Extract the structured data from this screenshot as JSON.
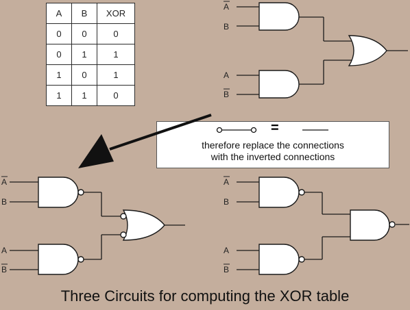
{
  "truth_table": {
    "headers": [
      "A",
      "B",
      "XOR"
    ],
    "rows": [
      [
        "0",
        "0",
        "0"
      ],
      [
        "0",
        "1",
        "1"
      ],
      [
        "1",
        "0",
        "1"
      ],
      [
        "1",
        "1",
        "0"
      ]
    ]
  },
  "inputs": {
    "a": "A",
    "b": "B"
  },
  "note": {
    "line1": "therefore replace the connections",
    "line2": "with the inverted connections",
    "equals_sign": "="
  },
  "caption": "Three Circuits for computing the XOR table",
  "colors": {
    "background": "#c4ae9d",
    "wire": "#1a1a1a",
    "gate_fill": "#ffffff",
    "panel": "#ffffff"
  }
}
